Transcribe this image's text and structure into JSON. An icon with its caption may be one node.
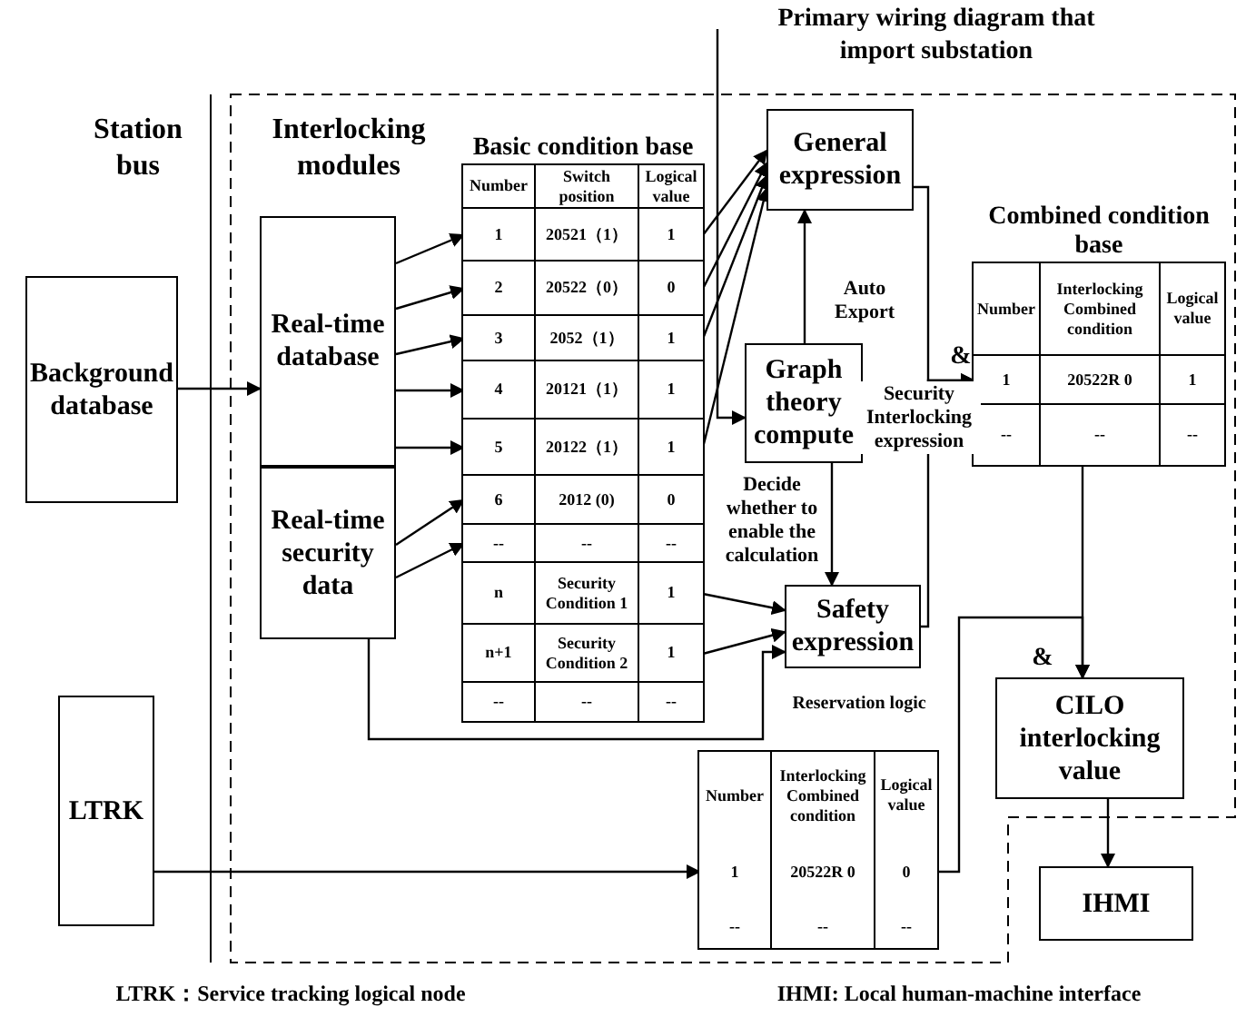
{
  "diagram": {
    "nodes": [
      {
        "text": [
          "Background database"
        ]
      },
      {
        "text": [
          "Real-time database"
        ]
      },
      {
        "text": [
          "Real-time security data"
        ]
      },
      {
        "text": [
          "Basic condition base"
        ]
      },
      {
        "text": [
          "Number",
          "Switch position",
          "Logical value"
        ],
        "in": 3
      },
      {
        "text": [
          "1",
          "20521（1）",
          "1"
        ],
        "in": 3
      },
      {
        "text": [
          "2",
          "20522（0）",
          "0"
        ],
        "in": 3
      },
      {
        "text": [
          "3",
          "2052（1）",
          "1"
        ],
        "in": 3
      },
      {
        "text": [
          "4",
          "20121（1）",
          "1"
        ],
        "in": 3
      },
      {
        "text": [
          "5",
          "20122（1）",
          "1"
        ],
        "in": 3
      },
      {
        "text": [
          "6",
          "2012 (0)",
          "0"
        ],
        "in": 3
      },
      {
        "text": [
          "--",
          "--",
          "--"
        ],
        "in": 3
      },
      {
        "text": [
          "n",
          "Security Condition 1",
          "1"
        ],
        "in": 3
      },
      {
        "text": [
          "n+1",
          "Security Condition 2",
          "1"
        ],
        "in": 3
      },
      {
        "text": [
          "--",
          "--",
          "--"
        ],
        "in": 3
      },
      {
        "text": [
          "General expression"
        ]
      },
      {
        "text": [
          "Graph theory compute"
        ]
      },
      {
        "text": [
          "Safety expression"
        ]
      },
      {
        "text": [
          "Primary wiring diagram that import substation"
        ]
      },
      {
        "text": [
          "Combined condition base"
        ]
      },
      {
        "text": [
          "Number",
          "Interlocking Combined condition",
          "Logical value"
        ],
        "in": 19
      },
      {
        "text": [
          "1",
          "20522R 0",
          "1"
        ],
        "in": 19
      },
      {
        "text": [
          "--",
          "--",
          "--"
        ],
        "in": 19
      },
      {
        "text": [
          "CILO interlocking value"
        ]
      },
      {
        "text": [
          "IHMI"
        ]
      },
      {
        "text": [
          "LTRK"
        ]
      },
      {
        "text": [
          "Number",
          "Interlocking Combined condition",
          "Logical value"
        ]
      },
      {
        "text": [
          "1",
          "20522R 0",
          "0"
        ]
      },
      {
        "text": [
          "--",
          "--",
          "--"
        ]
      }
    ],
    "edges": [
      {
        "from": 0,
        "to": 1,
        "arrow": "to"
      },
      {
        "from": 1,
        "to": 5,
        "arrow": "to"
      },
      {
        "from": 1,
        "to": 6,
        "arrow": "to"
      },
      {
        "from": 1,
        "to": 7,
        "arrow": "to"
      },
      {
        "from": 1,
        "to": 8,
        "arrow": "to"
      },
      {
        "from": 1,
        "to": 9,
        "arrow": "to"
      },
      {
        "from": 2,
        "to": 10,
        "arrow": "to"
      },
      {
        "from": 2,
        "to": 11,
        "arrow": "to"
      },
      {
        "from": 5,
        "to": 15,
        "arrow": "to"
      },
      {
        "from": 6,
        "to": 15,
        "arrow": "to"
      },
      {
        "from": 7,
        "to": 15,
        "arrow": "to"
      },
      {
        "from": 9,
        "to": 15,
        "arrow": "to"
      },
      {
        "from": 16,
        "to": 15,
        "arrow": "to",
        "label": "Auto Export"
      },
      {
        "from": 16,
        "to": 17,
        "arrow": "to",
        "label": "Decide whether to enable the calculation"
      },
      {
        "from": 12,
        "to": 17,
        "arrow": "to"
      },
      {
        "from": 13,
        "to": 17,
        "arrow": "to"
      },
      {
        "from": 2,
        "to": 17,
        "arrow": "to"
      },
      {
        "from": 18,
        "to": 16,
        "arrow": "to"
      },
      {
        "from": 15,
        "to": 21,
        "arrow": "to",
        "label": "Security Interlocking expression"
      },
      {
        "from": 17,
        "to": 21,
        "arrow": "to"
      },
      {
        "from": 19,
        "to": 23,
        "arrow": "to"
      },
      {
        "from": 27,
        "to": 23,
        "arrow": "to"
      },
      {
        "from": 25,
        "to": 27,
        "arrow": "to"
      },
      {
        "from": 23,
        "to": 24,
        "arrow": "to"
      }
    ],
    "labels": [
      "Station bus",
      "Interlocking modules",
      "Reservation logic",
      "&",
      "&",
      "LTRK：Service tracking logical node",
      "IHMI: Local human-machine interface"
    ]
  }
}
